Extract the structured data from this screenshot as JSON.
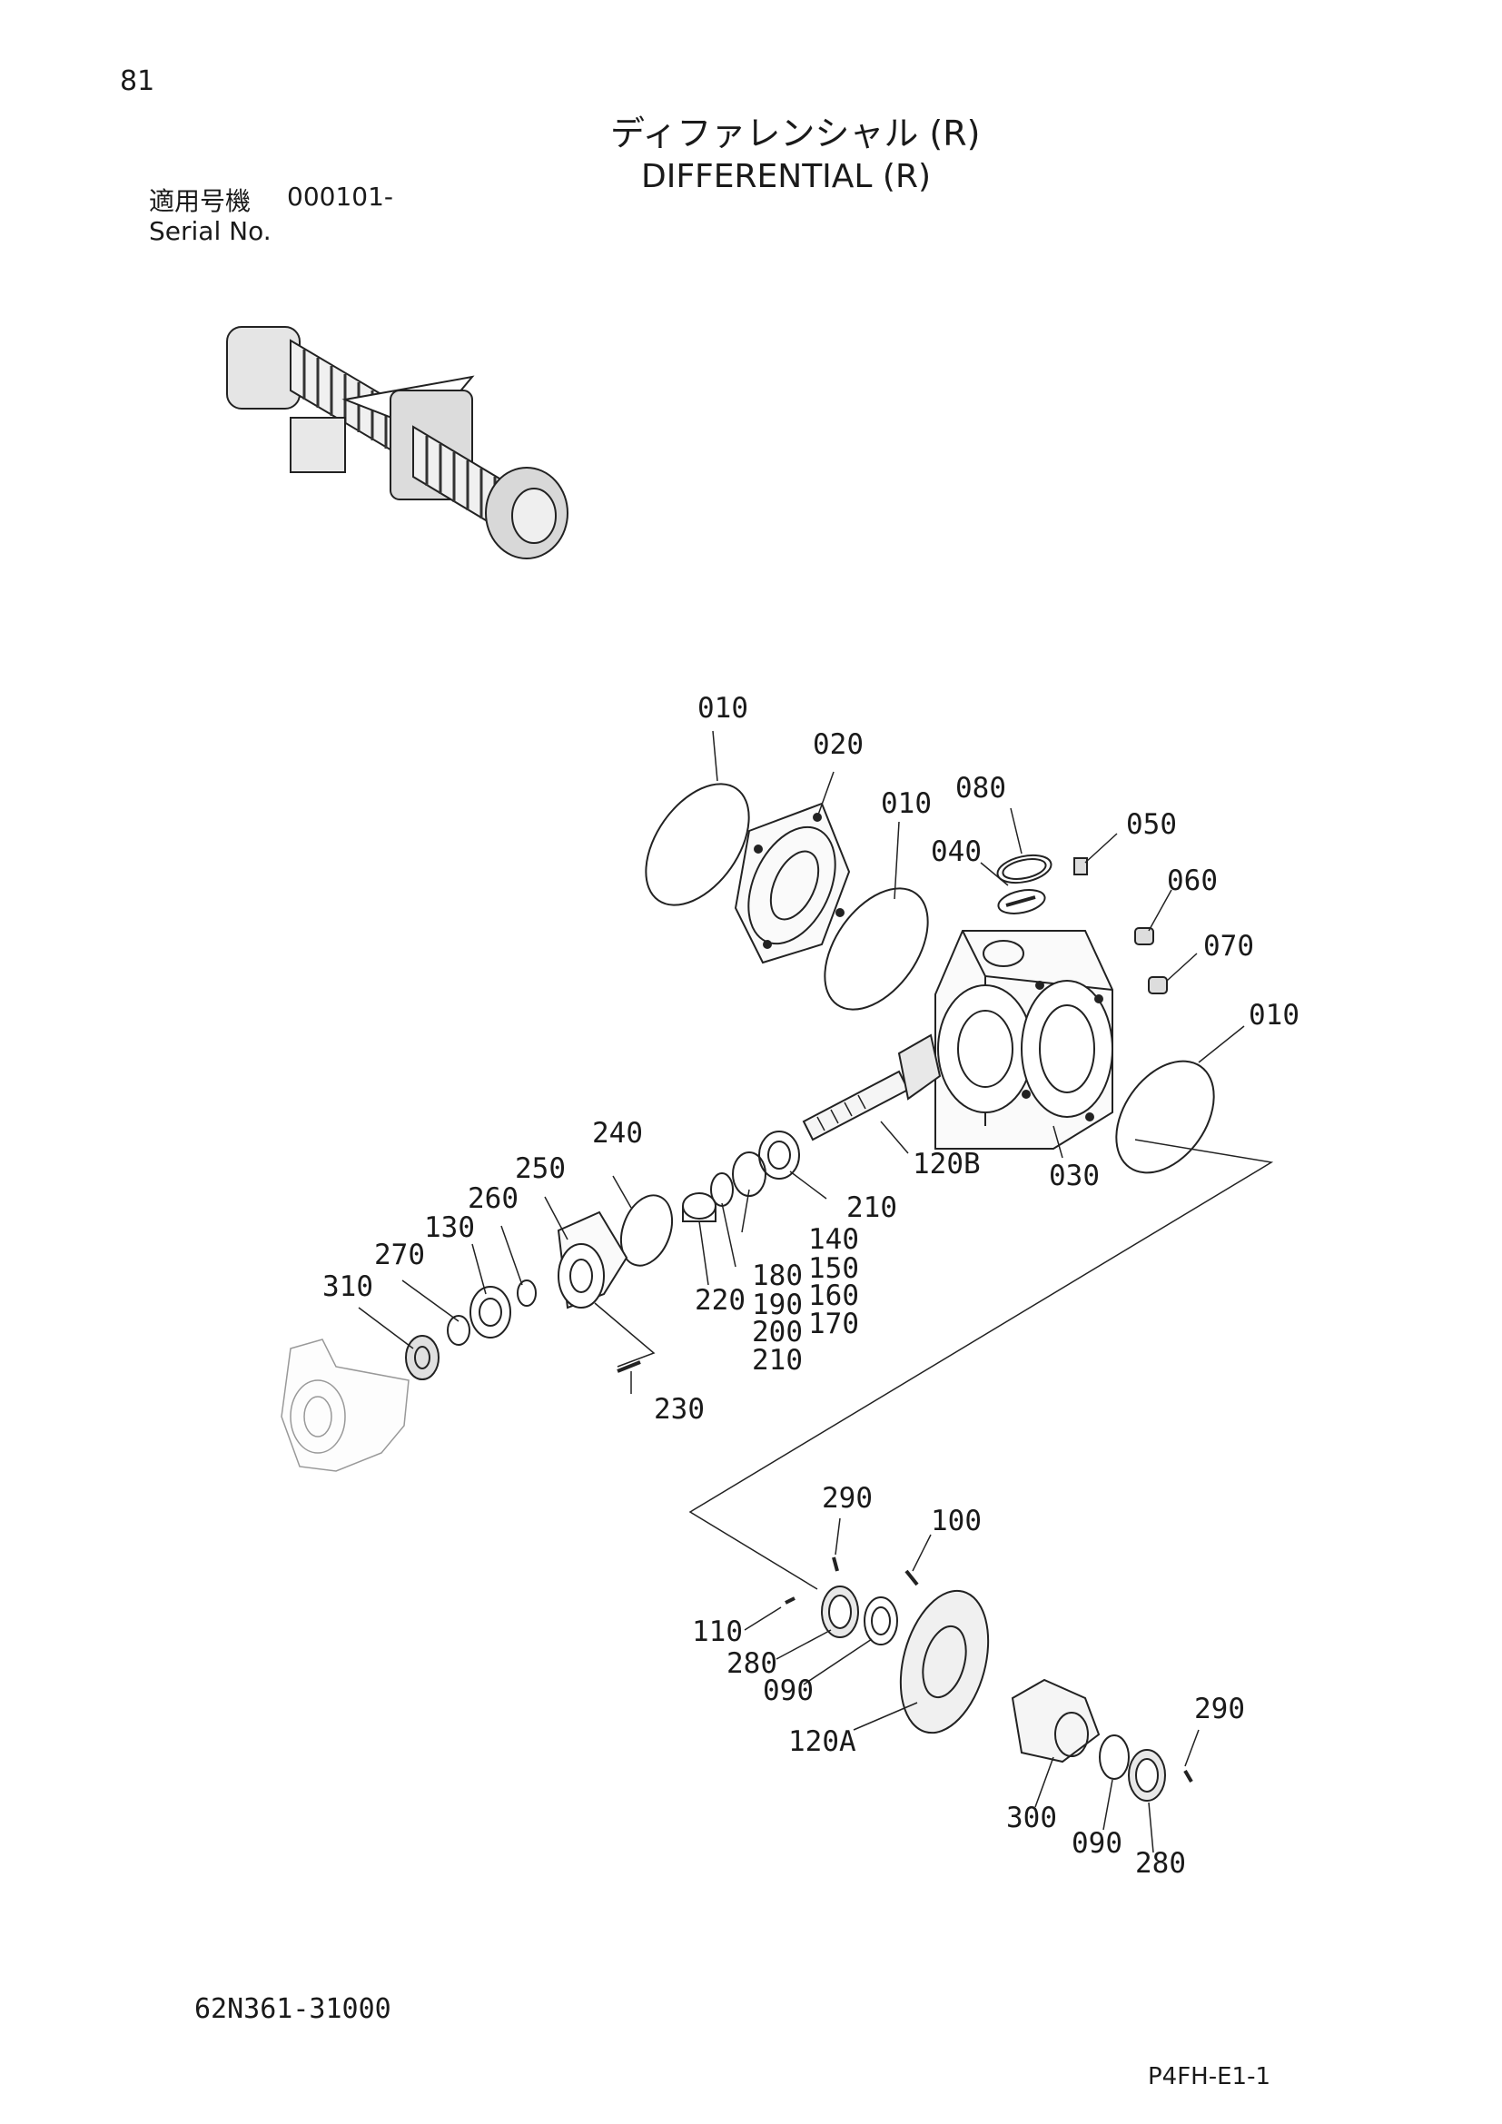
{
  "header": {
    "page_number": "81",
    "title_ja": "ディファレンシャル (R)",
    "title_en": "DIFFERENTIAL (R)",
    "applicable_label": "適用号機",
    "serial_range": "000101-",
    "serial_label": "Serial No."
  },
  "callouts": {
    "c010a": "010",
    "c020": "020",
    "c010b": "010",
    "c080": "080",
    "c040": "040",
    "c050": "050",
    "c060": "060",
    "c070": "070",
    "c010c": "010",
    "c030": "030",
    "c120B": "120B",
    "c240": "240",
    "c250": "250",
    "c260": "260",
    "c130": "130",
    "c270": "270",
    "c310": "310",
    "c210a": "210",
    "c140": "140",
    "c150": "150",
    "c160": "160",
    "c170": "170",
    "c180": "180",
    "c190": "190",
    "c200": "200",
    "c210b": "210",
    "c220": "220",
    "c230": "230",
    "c290a": "290",
    "c100": "100",
    "c110": "110",
    "c280a": "280",
    "c090a": "090",
    "c120A": "120A",
    "c290b": "290",
    "c300": "300",
    "c090b": "090",
    "c280b": "280"
  },
  "footer": {
    "drawing_number": "62N361-31000",
    "page_code": "P4FH-E1-1"
  }
}
